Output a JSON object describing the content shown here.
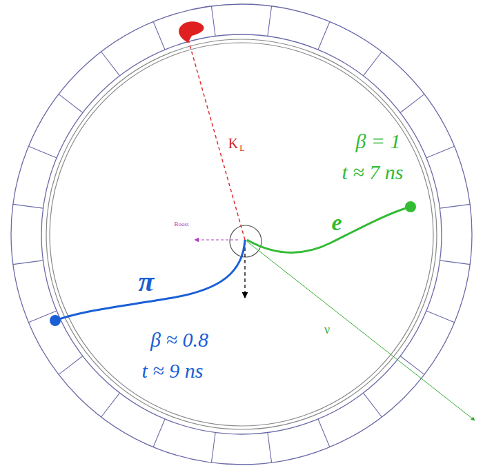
{
  "diagram": {
    "labels": [
      "K",
      "L",
      "β = 1",
      "t ≈ 7 ns",
      "e",
      "Boost",
      "π",
      "β ≈ 0.8",
      "t ≈ 9 ns",
      "ν"
    ]
  }
}
